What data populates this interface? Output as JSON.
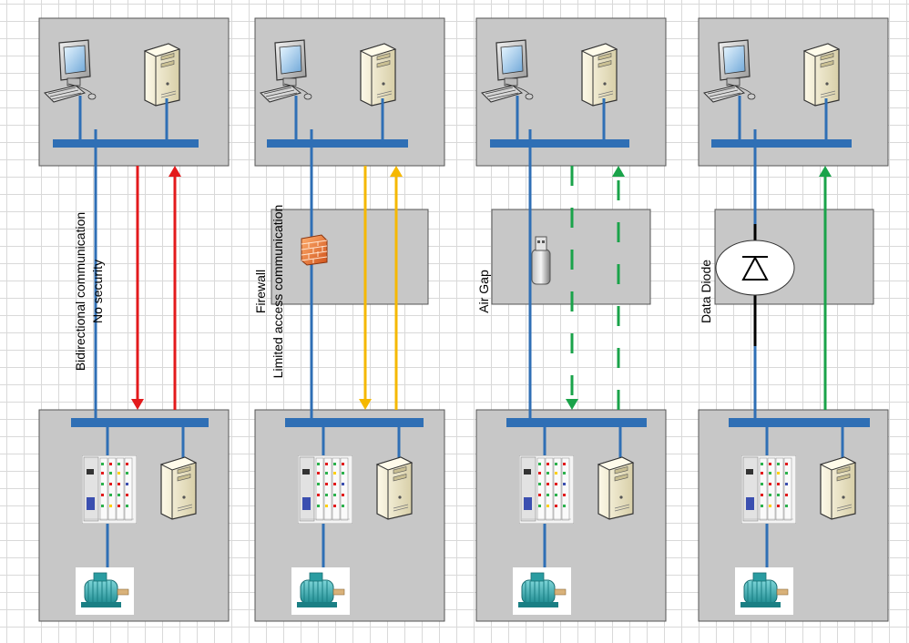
{
  "columns": [
    {
      "id": "bidirectional",
      "label_lines": [
        "Bidirectional communication",
        "No security"
      ],
      "arrow_color": "#e31a1c",
      "arrow_style": "solid",
      "middle_device": "none"
    },
    {
      "id": "firewall",
      "label_lines": [
        "Firewall",
        "Limited access communication"
      ],
      "arrow_color": "#f5b800",
      "arrow_style": "solid",
      "middle_device": "firewall-icon"
    },
    {
      "id": "air-gap",
      "label_lines": [
        "Air Gap"
      ],
      "arrow_color": "#1aa34a",
      "arrow_style": "dashed",
      "middle_device": "usb-drive-icon"
    },
    {
      "id": "data-diode",
      "label_lines": [
        "Data Diode"
      ],
      "arrow_color": "#1aa34a",
      "arrow_style": "solid",
      "middle_device": "diode-icon"
    }
  ],
  "colors": {
    "bus": "#2f6fb5",
    "panel": "#c7c7c7",
    "panel_border": "#555555"
  }
}
